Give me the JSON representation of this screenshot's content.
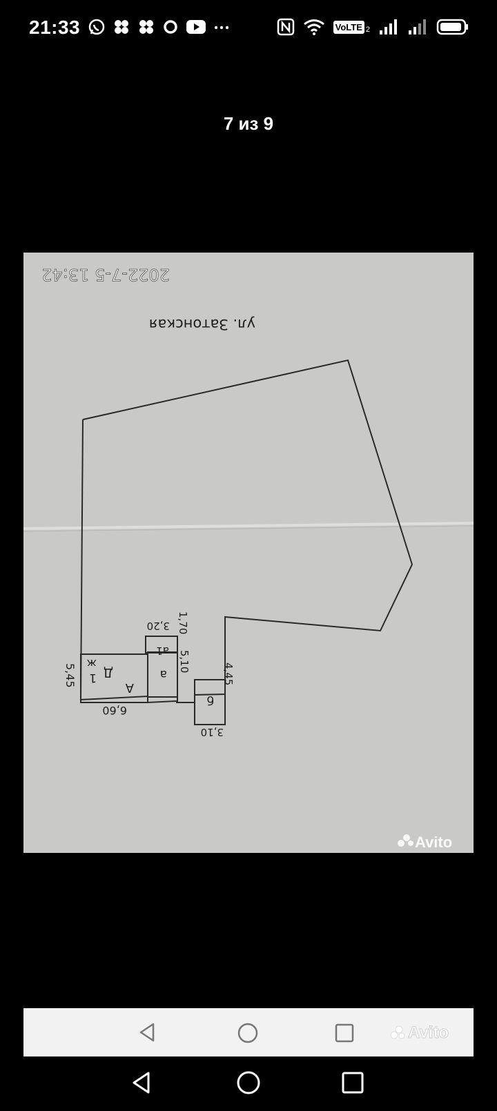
{
  "status_bar": {
    "time": "21:33",
    "left_icons": [
      "whatsapp-icon",
      "app-cluster-icon",
      "app-cluster-icon",
      "chat-bubble-icon",
      "youtube-icon",
      "more-dots-icon"
    ],
    "right_icons": [
      "nfc-icon",
      "wifi-icon",
      "volte-icon",
      "signal-icon",
      "signal-icon",
      "battery-icon"
    ],
    "volte_label": "VoLTE",
    "volte_sub": "2"
  },
  "viewer": {
    "counter": "7 из 9"
  },
  "photo": {
    "timestamp": "2022-7-5 13:42",
    "street_label": "ул. Затонская",
    "watermark": "Avito",
    "plan_labels": {
      "room_a_big": "А",
      "room_d": "Д",
      "room_1": "1",
      "room_zh": "ж",
      "room_a_small": "а",
      "room_a1": "а1",
      "room_b": "б"
    },
    "dimensions": {
      "d_545": "5,45",
      "d_660": "6,60",
      "d_320": "3,20",
      "d_170": "1,70",
      "d_510": "5,10",
      "d_445": "4,45",
      "d_310": "3,10"
    }
  },
  "overlay_nav": {
    "watermark": "Avito"
  },
  "colors": {
    "background": "#000000",
    "paper": "#c9c9c7",
    "ink": "#2a2a2a",
    "nav_bar": "#f2f2f2"
  }
}
